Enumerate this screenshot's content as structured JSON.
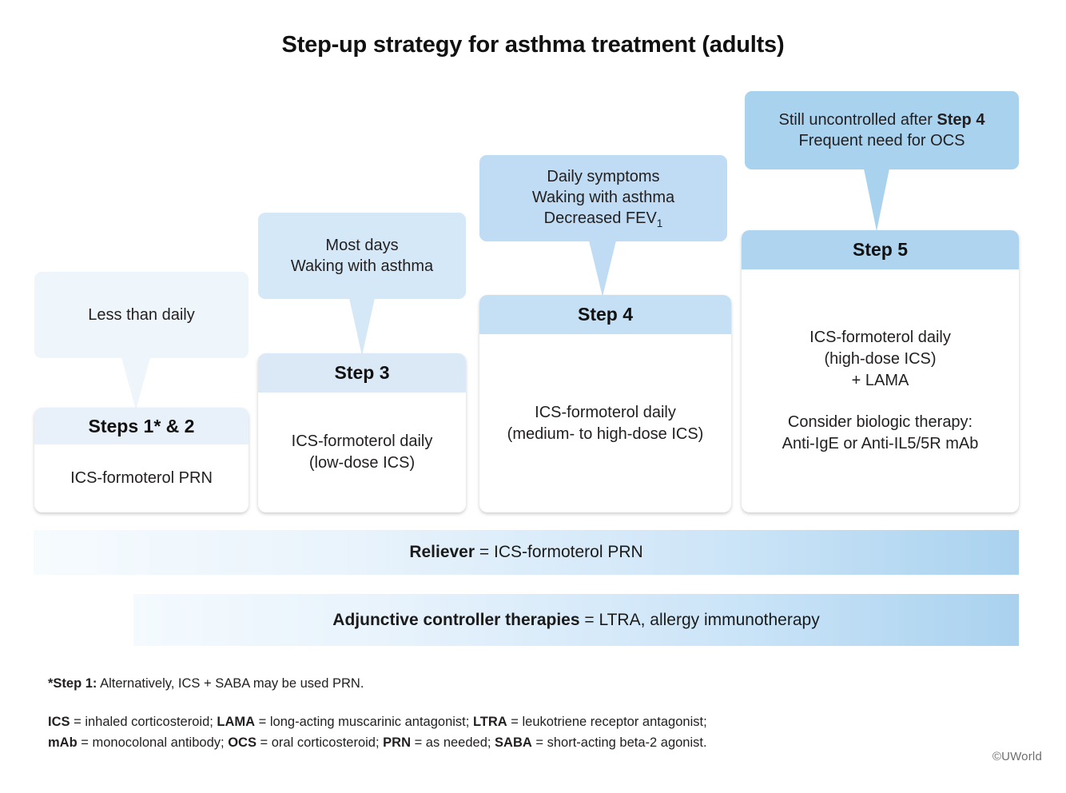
{
  "title": "Step-up strategy for asthma treatment (adults)",
  "colors": {
    "bubble_1": "#eef5fb",
    "bubble_3": "#d5e8f7",
    "bubble_4": "#bfdcf4",
    "bubble_5": "#a9d2ef",
    "head_1": "#e8f1f9",
    "head_3": "#dbe9f6",
    "head_4": "#c5e0f5",
    "head_5": "#aed4ef",
    "bar_start": "#f3f9fd",
    "bar_end": "#a9d2ef",
    "text": "#231f20"
  },
  "callouts": [
    {
      "id": "callout-step12",
      "lines": [
        "Less than daily"
      ]
    },
    {
      "id": "callout-step3",
      "lines": [
        "Most days",
        "Waking with asthma"
      ]
    },
    {
      "id": "callout-step4",
      "lines": [
        "Daily symptoms",
        "Waking with asthma",
        "Decreased FEV₁"
      ]
    },
    {
      "id": "callout-step5",
      "lines": [
        "Still uncontrolled after Step 4",
        "Frequent need for OCS"
      ]
    }
  ],
  "steps": [
    {
      "id": "step-1-2",
      "header": "Steps 1* & 2",
      "body": [
        "ICS-formoterol PRN"
      ]
    },
    {
      "id": "step-3",
      "header": "Step 3",
      "body": [
        "ICS-formoterol daily",
        "(low-dose ICS)"
      ]
    },
    {
      "id": "step-4",
      "header": "Step 4",
      "body": [
        "ICS-formoterol daily",
        "(medium- to high-dose ICS)"
      ]
    },
    {
      "id": "step-5",
      "header": "Step 5",
      "body": [
        "ICS-formoterol daily",
        "(high-dose ICS)",
        "+ LAMA"
      ],
      "body2": [
        "Consider biologic therapy:",
        "Anti-IgE or Anti-IL5/5R mAb"
      ]
    }
  ],
  "bars": [
    {
      "id": "reliever-bar",
      "label": "Reliever",
      "value": " = ICS-formoterol PRN"
    },
    {
      "id": "adjunctive-bar",
      "label": "Adjunctive controller therapies",
      "value": " = LTRA, allergy immunotherapy"
    }
  ],
  "footnotes": {
    "step1_label": "*Step 1:",
    "step1_text": " Alternatively, ICS + SABA may be used PRN.",
    "abbrev_line1_parts": [
      {
        "b": "ICS",
        "t": " = inhaled corticosteroid; "
      },
      {
        "b": "LAMA",
        "t": " = long-acting muscarinic antagonist; "
      },
      {
        "b": "LTRA",
        "t": " = leukotriene receptor antagonist;"
      }
    ],
    "abbrev_line2_parts": [
      {
        "b": "mAb",
        "t": " = monocolonal antibody; "
      },
      {
        "b": "OCS",
        "t": " = oral corticosteroid; "
      },
      {
        "b": "PRN",
        "t": " = as needed; "
      },
      {
        "b": "SABA",
        "t": " = short-acting beta-2 agonist."
      }
    ]
  },
  "copyright": "©UWorld"
}
